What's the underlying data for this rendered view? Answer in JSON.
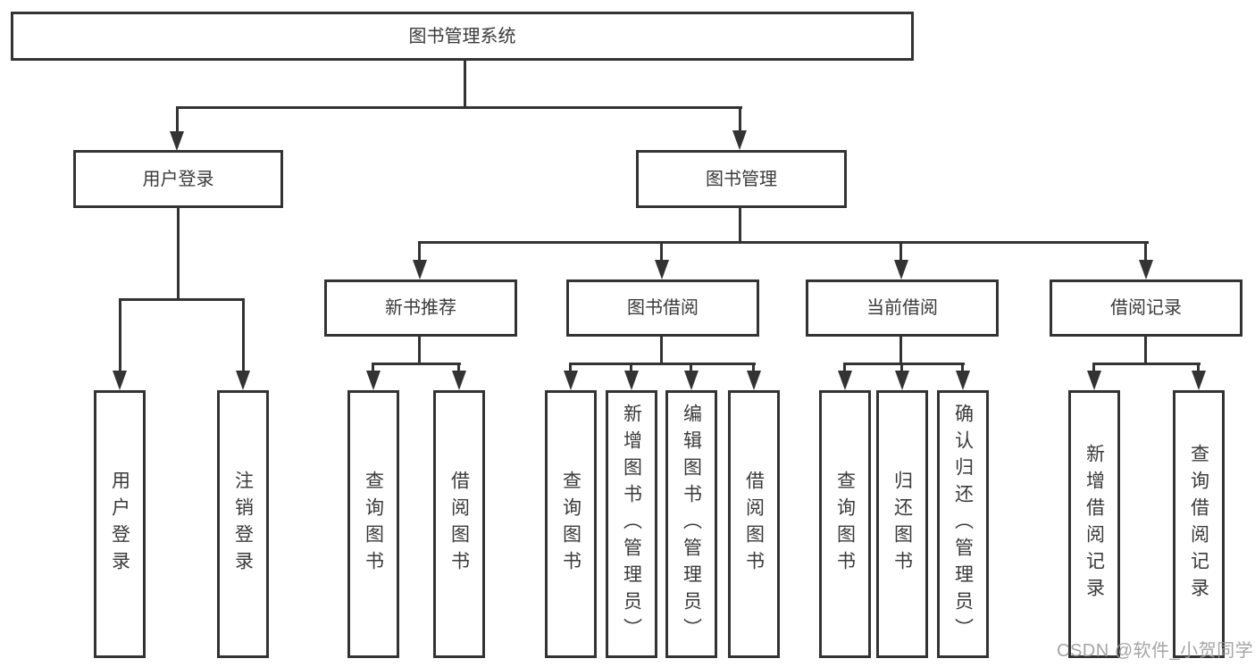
{
  "tree": {
    "label": "图书管理系统",
    "children": [
      {
        "label": "用户登录",
        "children": [
          {
            "label": "用户登录"
          },
          {
            "label": "注销登录"
          }
        ]
      },
      {
        "label": "图书管理",
        "children": [
          {
            "label": "新书推荐",
            "children": [
              {
                "label": "查询图书"
              },
              {
                "label": "借阅图书"
              }
            ]
          },
          {
            "label": "图书借阅",
            "children": [
              {
                "label": "查询图书"
              },
              {
                "label": "新增图书（管理员）"
              },
              {
                "label": "编辑图书（管理员）"
              },
              {
                "label": "借阅图书"
              }
            ]
          },
          {
            "label": "当前借阅",
            "children": [
              {
                "label": "查询图书"
              },
              {
                "label": "归还图书"
              },
              {
                "label": "确认归还（管理员）"
              }
            ]
          },
          {
            "label": "借阅记录",
            "children": [
              {
                "label": "新增借阅记录"
              },
              {
                "label": "查询借阅记录"
              }
            ]
          }
        ]
      }
    ]
  },
  "watermark": {
    "text": "CSDN @软件_小贺同学"
  },
  "colors": {
    "line": "#333333",
    "text": "#3a3a3a",
    "bg": "#ffffff",
    "wm": "#9c9c9c"
  }
}
